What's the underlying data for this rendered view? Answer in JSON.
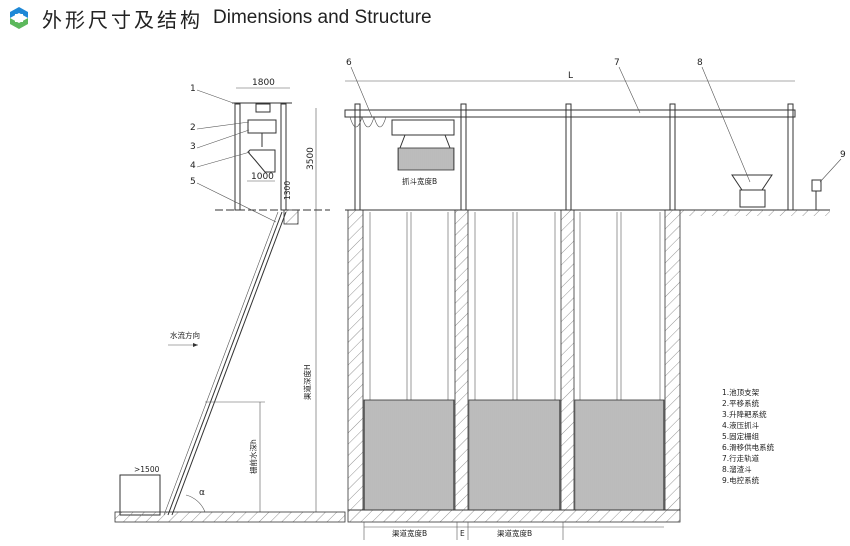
{
  "header": {
    "title_cn": "外形尺寸及结构",
    "title_en": "Dimensions and Structure"
  },
  "side_view": {
    "dim_width": "1800",
    "dim_height": "3500",
    "dim_grab": "1000",
    "dim_clear": "1300",
    "dim_platform": ">1500",
    "channel_depth": "渠道深度H",
    "water_level": "栅前水深h",
    "flow_direction": "水流方向",
    "angle": "α",
    "callouts": [
      "1",
      "2",
      "3",
      "4",
      "5"
    ]
  },
  "front_view": {
    "dim_length": "L",
    "grab_width": "抓斗宽度B",
    "channel_width": "渠道宽度B",
    "spacing": "E",
    "callouts": [
      "6",
      "7",
      "8",
      "9"
    ]
  },
  "legend": [
    "1.池顶支架",
    "2.平移系统",
    "3.升降耙系统",
    "4.液压抓斗",
    "5.固定栅组",
    "6.滑移供电系统",
    "7.行走轨道",
    "8.溜渣斗",
    "9.电控系统"
  ],
  "colors": {
    "logo_blue": "#1e88d6",
    "logo_green": "#5cb85c",
    "line": "#333333"
  }
}
